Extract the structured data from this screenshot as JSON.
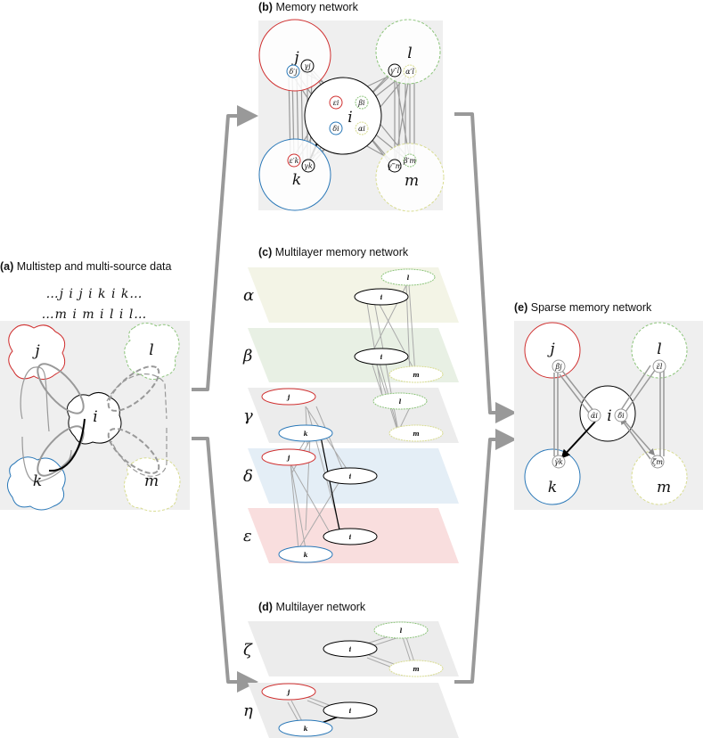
{
  "panels": {
    "a": {
      "letter": "(a)",
      "title": "Multistep and multi-source data",
      "sequence_1": "…j i j i k i k…",
      "sequence_2": "…m i m i l i l…",
      "nodes": [
        "j",
        "l",
        "i",
        "k",
        "m"
      ]
    },
    "b": {
      "letter": "(b)",
      "title": "Memory network",
      "nodes": [
        "j",
        "l",
        "i",
        "k",
        "m"
      ],
      "state_nodes": {
        "dj": "δ′j",
        "gj": "γj",
        "ei": "εi",
        "bi": "βi",
        "di": "δi",
        "ai": "αi",
        "ek": "ε′k",
        "gk": "γk",
        "gl": "γ″l",
        "al": "α′l",
        "gm": "γ‴m",
        "bm": "β′m"
      }
    },
    "c": {
      "letter": "(c)",
      "title": "Multilayer memory network",
      "layers": [
        "α",
        "β",
        "γ",
        "δ",
        "ε"
      ],
      "nodes": {
        "i": "i",
        "j": "j",
        "k": "k",
        "l": "l",
        "m": "m"
      }
    },
    "d": {
      "letter": "(d)",
      "title": "Multilayer network",
      "layers": [
        "ζ",
        "η"
      ]
    },
    "e": {
      "letter": "(e)",
      "title": "Sparse memory network",
      "nodes": [
        "j",
        "l",
        "i",
        "k",
        "m"
      ],
      "state_nodes": {
        "bj": "β̃j",
        "el": "ε̃l",
        "ai": "α̃i",
        "di": "δ̃i",
        "gk": "γ̃k",
        "zm": "ζ̃m"
      }
    }
  },
  "colors": {
    "j": "#d03030",
    "k": "#2a78b8",
    "l": "#8cc47a",
    "m": "#d8dc90",
    "i": "#000000",
    "panel_bg": "#efefef",
    "layer_alpha": "#f3f4e6",
    "layer_beta": "#e8f0e4",
    "layer_gamma": "#ececec",
    "layer_delta": "#e4eef6",
    "layer_epsilon": "#f9dede",
    "arrow": "#999999"
  }
}
